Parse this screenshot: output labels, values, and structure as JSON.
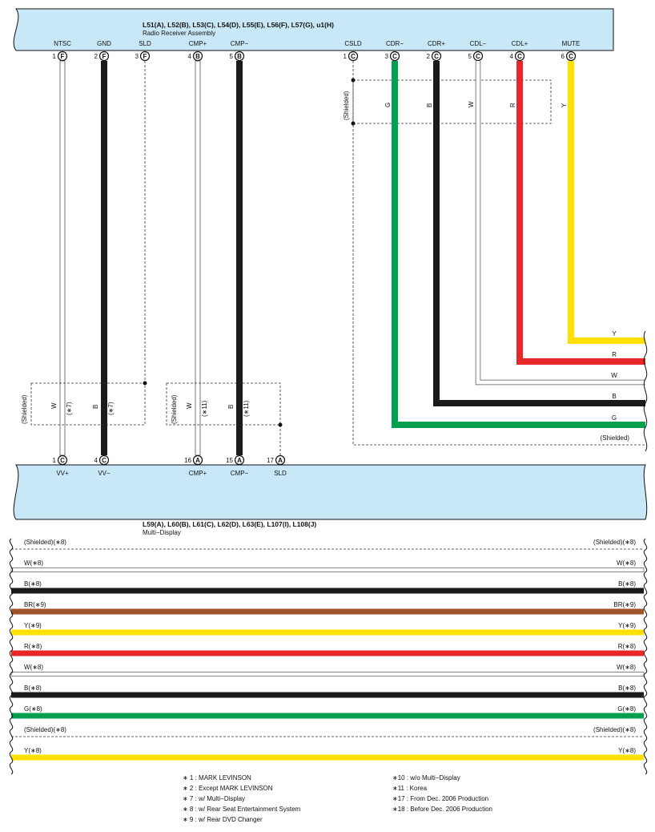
{
  "top_component": {
    "title": "L51(A), L52(B), L53(C), L54(D), L55(E), L56(F), L57(G), u1(H)",
    "subtitle": "Radio Receiver Assembly",
    "pins": [
      {
        "name": "NTSC",
        "num": "1",
        "conn": "F"
      },
      {
        "name": "GND",
        "num": "2",
        "conn": "F"
      },
      {
        "name": "SLD",
        "num": "3",
        "conn": "F"
      },
      {
        "name": "CMP+",
        "num": "4",
        "conn": "B"
      },
      {
        "name": "CMP−",
        "num": "5",
        "conn": "B"
      },
      {
        "name": "CSLD",
        "num": "1",
        "conn": "C"
      },
      {
        "name": "CDR−",
        "num": "3",
        "conn": "C"
      },
      {
        "name": "CDR+",
        "num": "2",
        "conn": "C"
      },
      {
        "name": "CDL−",
        "num": "5",
        "conn": "C"
      },
      {
        "name": "CDL+",
        "num": "4",
        "conn": "C"
      },
      {
        "name": "MUTE",
        "num": "6",
        "conn": "C"
      }
    ]
  },
  "bottom_component": {
    "title": "L59(A), L60(B), L61(C), L62(D), L63(E), L107(I), L108(J)",
    "subtitle": "Multi−Display",
    "pins": [
      {
        "name": "VV+",
        "num": "1",
        "conn": "C"
      },
      {
        "name": "VV−",
        "num": "4",
        "conn": "C"
      },
      {
        "name": "CMP+",
        "num": "16",
        "conn": "A"
      },
      {
        "name": "CMP−",
        "num": "15",
        "conn": "A"
      },
      {
        "name": "SLD",
        "num": "17",
        "conn": "A"
      }
    ]
  },
  "wires_left": [
    {
      "color_code": "W",
      "note": "(∗7)",
      "hex": "#ffffff"
    },
    {
      "color_code": "B",
      "note": "(∗7)",
      "hex": "#1a1a1a"
    },
    {
      "color_code": "W",
      "note": "(∗11)",
      "hex": "#ffffff"
    },
    {
      "color_code": "B",
      "note": "(∗11)",
      "hex": "#1a1a1a"
    }
  ],
  "shielded_label": "(Shielded)",
  "wires_right_vertical": [
    "G",
    "B",
    "W",
    "R",
    "Y"
  ],
  "wires_right_horizontal": [
    {
      "label": "Y",
      "hex": "#ffe000"
    },
    {
      "label": "R",
      "hex": "#e82828"
    },
    {
      "label": "W",
      "hex": "#ffffff"
    },
    {
      "label": "B",
      "hex": "#1a1a1a"
    },
    {
      "label": "G",
      "hex": "#00a050"
    }
  ],
  "harness_rows": [
    {
      "label": "(Shielded)(∗8)",
      "hex": "none"
    },
    {
      "label": "W(∗8)",
      "hex": "#ffffff"
    },
    {
      "label": "B(∗8)",
      "hex": "#1a1a1a"
    },
    {
      "label": "BR(∗9)",
      "hex": "#a0522d"
    },
    {
      "label": "Y(∗9)",
      "hex": "#ffe000"
    },
    {
      "label": "R(∗8)",
      "hex": "#e82828"
    },
    {
      "label": "W(∗8)",
      "hex": "#ffffff"
    },
    {
      "label": "B(∗8)",
      "hex": "#1a1a1a"
    },
    {
      "label": "G(∗8)",
      "hex": "#00a050"
    },
    {
      "label": "(Shielded)(∗8)",
      "hex": "none"
    },
    {
      "label": "Y(∗8)",
      "hex": "#ffe000"
    }
  ],
  "notes_left": [
    "∗ 1 : MARK LEVINSON",
    "∗ 2 : Except MARK LEVINSON",
    "∗ 7 : w/ Multi−Display",
    "∗ 8 : w/ Rear Seat Entertainment System",
    "∗ 9 : w/ Rear DVD Changer"
  ],
  "notes_right": [
    "∗10 : w/o Multi−Display",
    "∗11 : Korea",
    "∗17 : From Dec.  2006 Production",
    "∗18 : Before Dec.  2006 Production"
  ],
  "colors": {
    "component_fill": "#c9e8f7",
    "black": "#1a1a1a",
    "red": "#e82828",
    "yellow": "#ffe000",
    "green": "#00a050",
    "brown": "#a0522d"
  }
}
